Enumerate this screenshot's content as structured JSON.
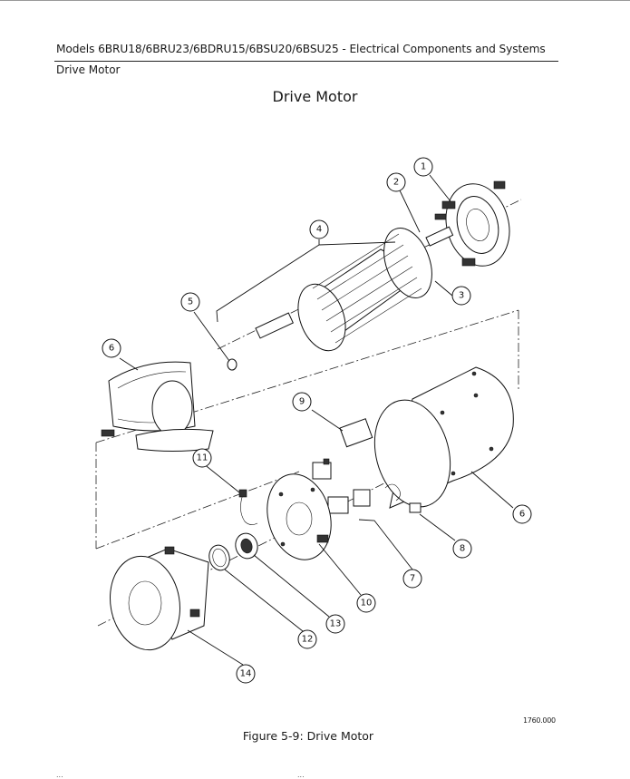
{
  "header": {
    "title": "Models 6BRU18/6BRU23/6BDRU15/6BSU20/6BSU25 - Electrical Components and Systems",
    "section": "Drive Motor"
  },
  "page": {
    "heading": "Drive Motor"
  },
  "figure": {
    "code": "1760.000",
    "caption": "Figure 5-9:  Drive Motor",
    "callouts": [
      "1",
      "2",
      "3",
      "4",
      "5",
      "6",
      "6",
      "7",
      "8",
      "9",
      "10",
      "11",
      "12",
      "13",
      "14"
    ]
  },
  "footer": {
    "left_fragment": "...",
    "center_fragment": "..."
  }
}
